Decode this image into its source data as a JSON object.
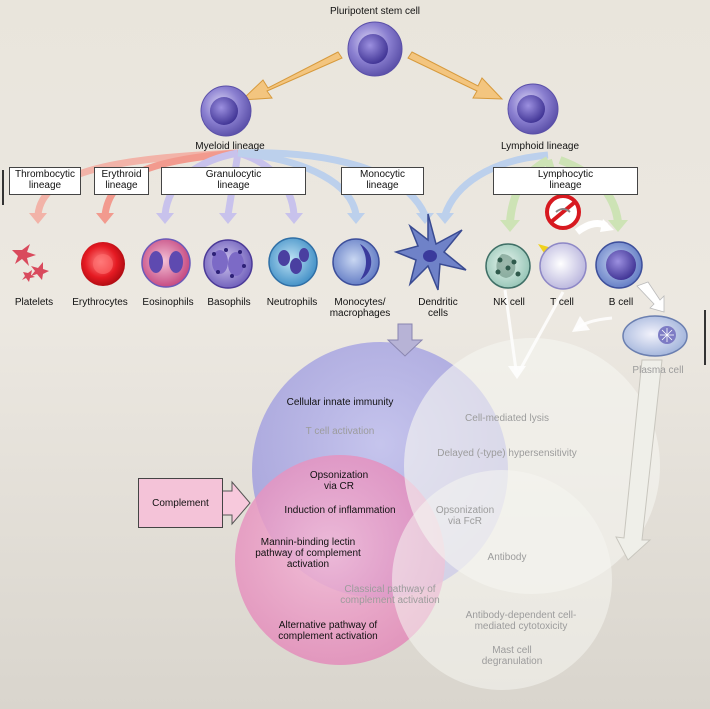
{
  "title": "Pluripotent stem cell",
  "branches": {
    "myeloid": "Myeloid lineage",
    "lymphoid": "Lymphoid lineage"
  },
  "lineage_boxes": {
    "thrombocytic": [
      "Thrombocytic",
      "lineage"
    ],
    "erythroid": [
      "Erythroid",
      "lineage"
    ],
    "granulocytic": [
      "Granulocytic",
      "lineage"
    ],
    "monocytic": [
      "Monocytic",
      "lineage"
    ],
    "lymphocytic": [
      "Lymphocytic",
      "lineage"
    ]
  },
  "cells": {
    "platelets": "Platelets",
    "erythrocytes": "Erythrocytes",
    "eosinophils": "Eosinophils",
    "basophils": "Basophils",
    "neutrophils": "Neutrophils",
    "monocytes": [
      "Monocytes/",
      "macrophages"
    ],
    "dendritic": [
      "Dendritic",
      "cells"
    ],
    "nk": "NK cell",
    "t": "T cell",
    "b": "B cell",
    "plasma": "Plasma cell"
  },
  "complement_box": "Complement",
  "venn": {
    "cellular_innate": "Cellular innate immunity",
    "t_activation": "T cell activation",
    "cell_mediated_lysis": "Cell-mediated lysis",
    "delayed_hypersensitivity": "Delayed (-type) hypersensitivity",
    "opsonization_cr": [
      "Opsonization",
      "via CR"
    ],
    "inflammation": "Induction of inflammation",
    "opsonization_fcr": [
      "Opsonization",
      "via FcR"
    ],
    "mannin": [
      "Mannin-binding lectin",
      "pathway of complement",
      "activation"
    ],
    "antibody": "Antibody",
    "classical": [
      "Classical pathway of",
      "complement activation"
    ],
    "alternative": [
      "Alternative pathway of",
      "complement activation"
    ],
    "adcc": [
      "Antibody-dependent cell-",
      "mediated cytotoxicity"
    ],
    "mast": [
      "Mast cell",
      "degranulation"
    ]
  },
  "colors": {
    "stem_purple": "#7f70c9",
    "platelet_red": "#d9465a",
    "erythrocyte_red": "#e81c24",
    "arrow_orange": "#f2c27a",
    "arrow_blue": "#b9cde9",
    "arrow_green": "#cde3b5",
    "venn_blue": "#a9a7e0",
    "venn_pink": "#e98dbf",
    "venn_white": "#f7f6f3"
  }
}
